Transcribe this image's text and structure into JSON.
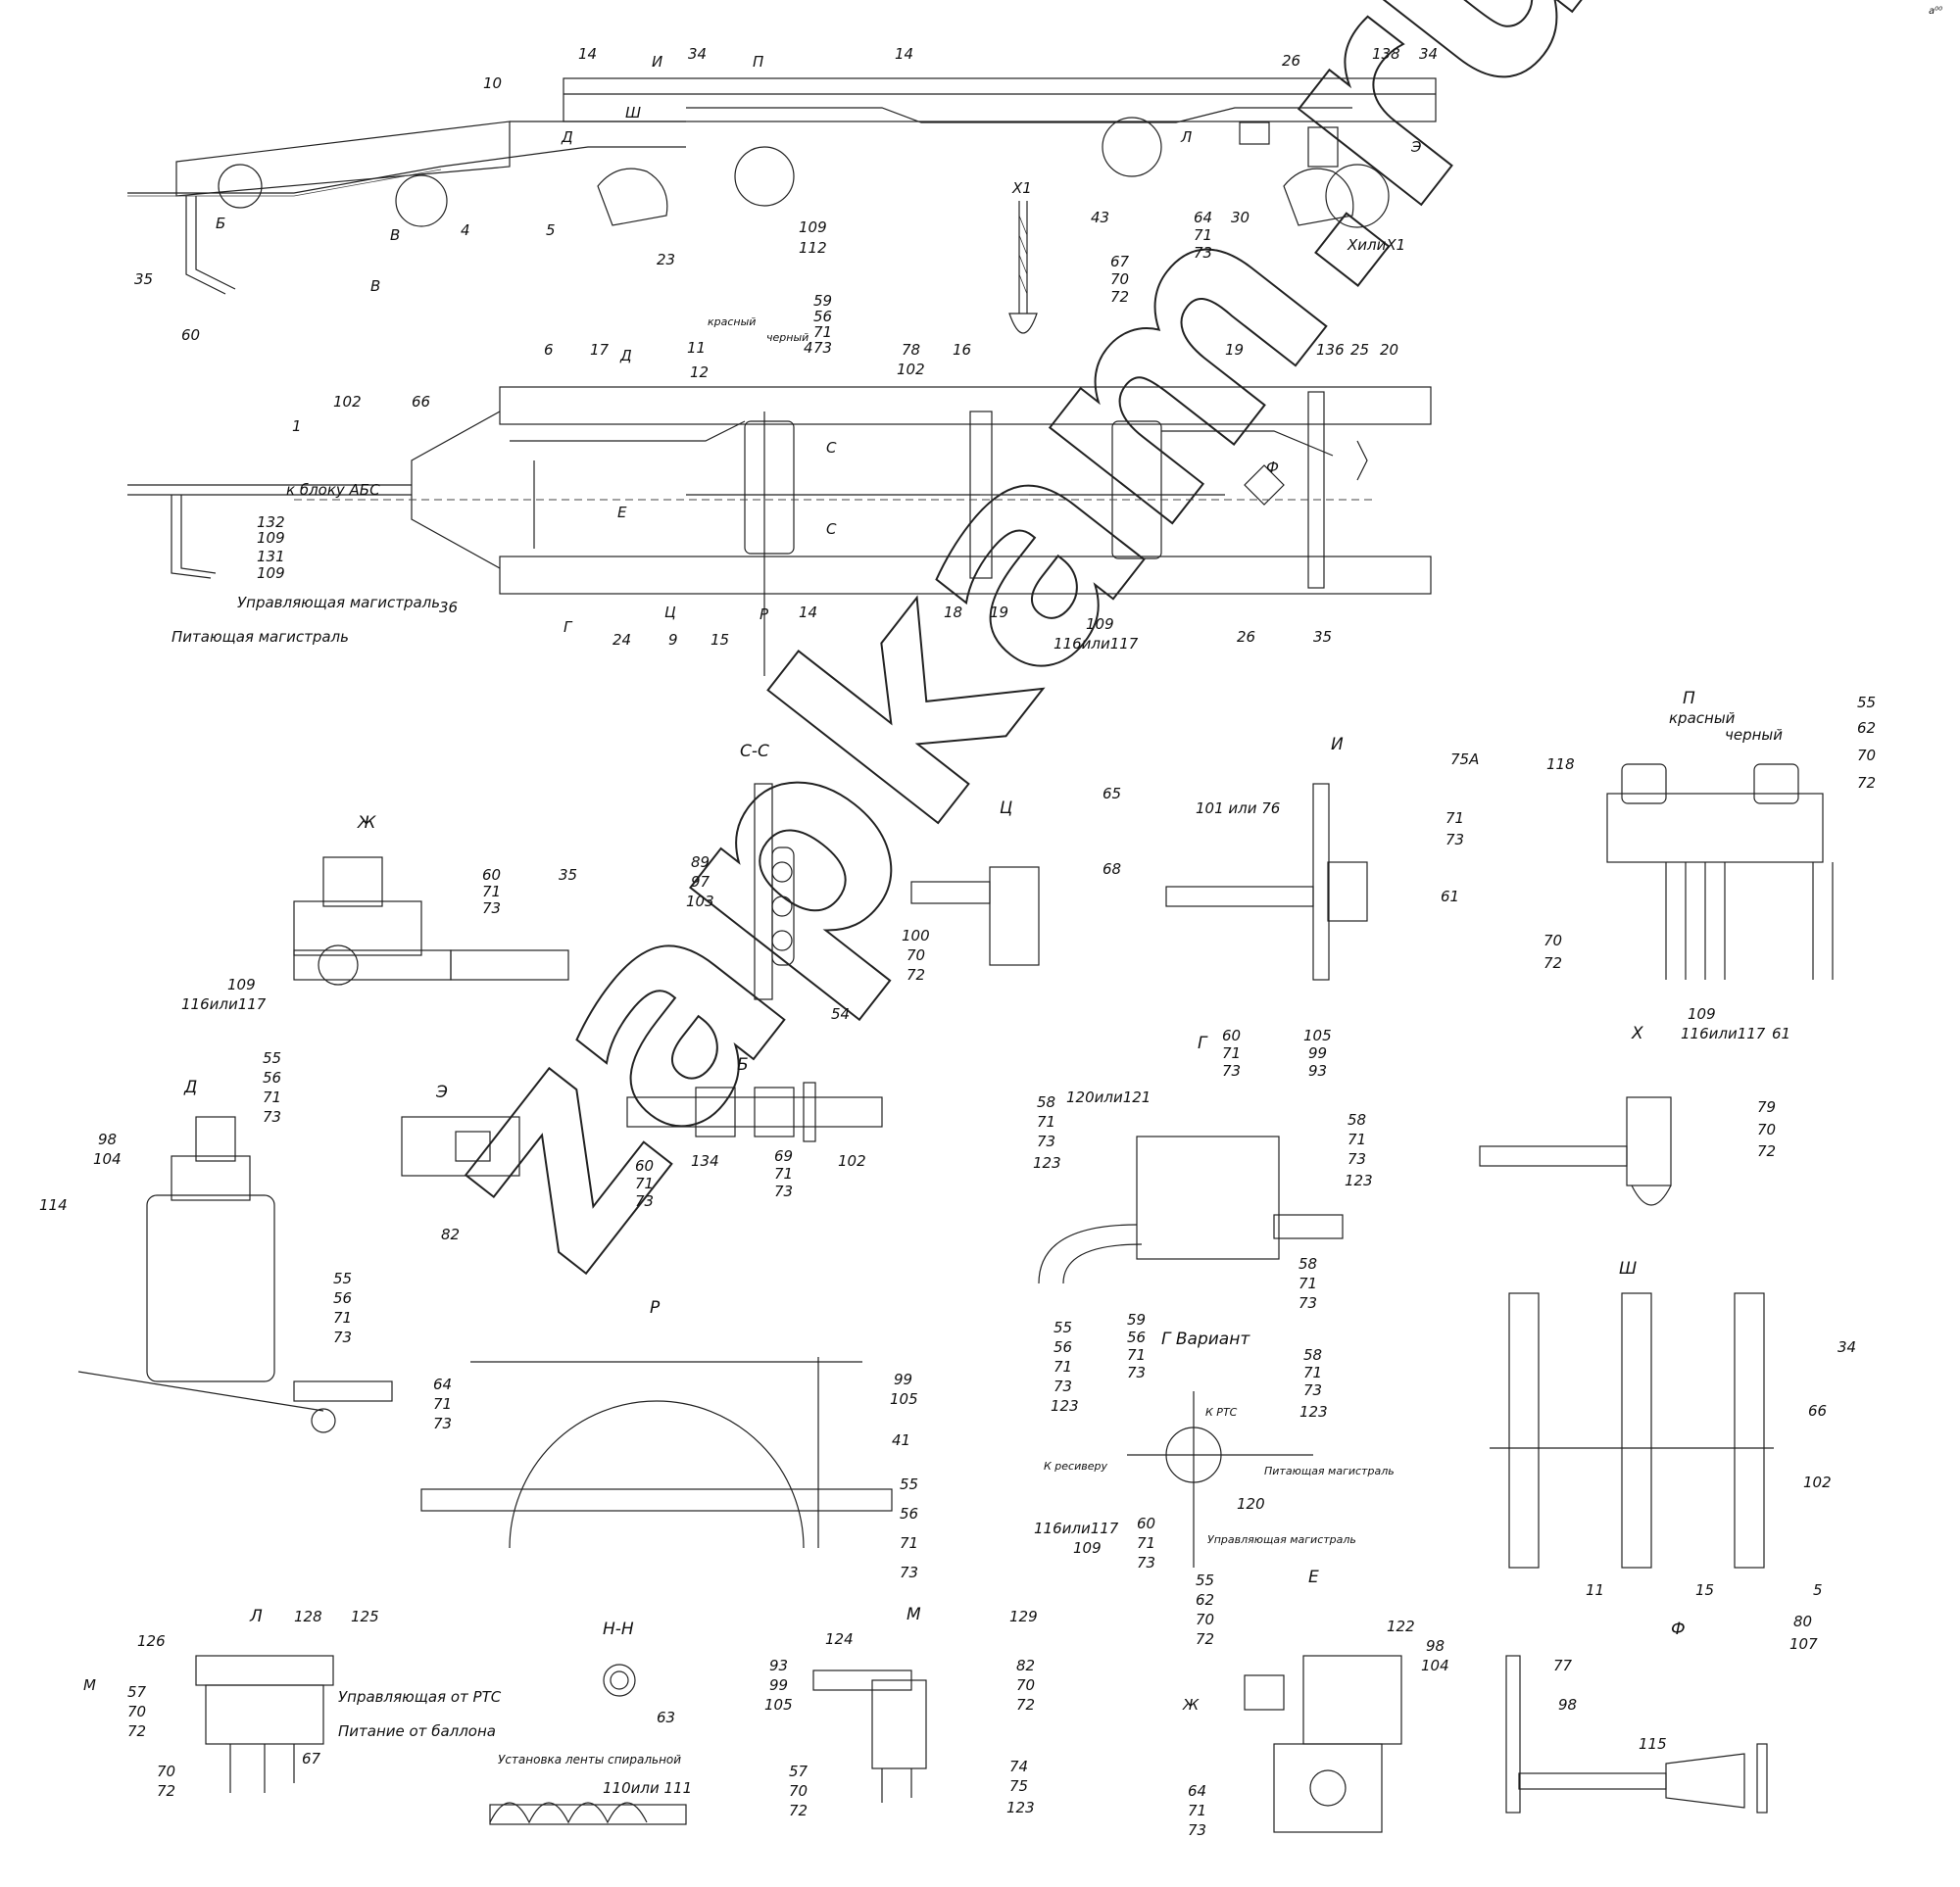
{
  "watermark": "zapkam.ru",
  "corner_mark": "a⁰⁰",
  "overview": {
    "view_letters": [
      "И",
      "П",
      "Ш",
      "Д",
      "Л",
      "Э",
      "Б",
      "В",
      "X1"
    ],
    "side_numbers": [
      "10",
      "14",
      "34",
      "14",
      "26",
      "138",
      "34",
      "4",
      "5",
      "23",
      "109",
      "112",
      "43",
      "64",
      "71",
      "73",
      "30",
      "ХилиX1",
      "35",
      "60",
      "67",
      "70",
      "72"
    ],
    "plan_numbers": [
      "1",
      "6",
      "17",
      "11",
      "12",
      "4",
      "59",
      "56",
      "71",
      "73",
      "78",
      "102",
      "16",
      "19",
      "136",
      "25",
      "20",
      "132",
      "109",
      "131",
      "109",
      "36",
      "24",
      "9",
      "15",
      "14",
      "18",
      "19",
      "109",
      "116или117",
      "26",
      "35",
      "102",
      "66"
    ],
    "plan_letters": [
      "В",
      "Д",
      "Е",
      "Г",
      "Ц",
      "Р",
      "С",
      "С",
      "Ф"
    ],
    "wire_red": "красный",
    "wire_black": "черный",
    "abs": "к блоку АБС",
    "control_line": "Управляющая магистраль",
    "supply_line": "Питающая магистраль"
  },
  "views": {
    "zh": {
      "title": "Ж",
      "refs": [
        "60",
        "71",
        "73",
        "35",
        "109",
        "116или117"
      ]
    },
    "ss": {
      "title": "С-С",
      "refs": [
        "89",
        "97",
        "103",
        "54"
      ]
    },
    "ts": {
      "title": "Ц",
      "refs": [
        "65",
        "68",
        "100",
        "70",
        "72"
      ]
    },
    "i": {
      "title": "И",
      "refs": [
        "75А",
        "101 или 76",
        "71",
        "73",
        "61"
      ]
    },
    "p": {
      "title": "П",
      "refs": [
        "красный",
        "черный",
        "55",
        "62",
        "70",
        "72",
        "118",
        "70",
        "72"
      ]
    },
    "d": {
      "title": "Д",
      "refs": [
        "55",
        "56",
        "71",
        "73",
        "98",
        "104",
        "114",
        "55",
        "56",
        "71",
        "73"
      ]
    },
    "e": {
      "title": "Э",
      "refs": [
        "82"
      ]
    },
    "b": {
      "title": "Б",
      "refs": [
        "60",
        "71",
        "73",
        "134",
        "69",
        "71",
        "73",
        "102"
      ]
    },
    "g": {
      "title": "Г",
      "refs": [
        "60",
        "71",
        "73",
        "105",
        "99",
        "93",
        "120или121",
        "58",
        "71",
        "73",
        "123",
        "58",
        "71",
        "73",
        "123",
        "58",
        "71",
        "73"
      ]
    },
    "h": {
      "title": "Х",
      "refs": [
        "109",
        "116или117",
        "61",
        "79",
        "70",
        "72"
      ]
    },
    "r": {
      "title": "Р",
      "refs": [
        "64",
        "71",
        "73",
        "99",
        "105",
        "41",
        "55",
        "56",
        "71",
        "73"
      ]
    },
    "gv": {
      "title": "Г Вариант",
      "refs": [
        "59",
        "56",
        "71",
        "73",
        "55",
        "56",
        "71",
        "73",
        "123",
        "58",
        "71",
        "73",
        "123",
        "К РТС",
        "К ресиверу",
        "Питающая магистраль",
        "116или117",
        "109",
        "60",
        "71",
        "73",
        "120",
        "Управляющая магистраль"
      ]
    },
    "sh": {
      "title": "Ш",
      "refs": [
        "34",
        "66",
        "102",
        "11",
        "15",
        "5"
      ]
    },
    "l": {
      "title": "Л",
      "refs": [
        "126",
        "128",
        "125",
        "М",
        "57",
        "70",
        "72",
        "70",
        "72",
        "67"
      ],
      "ctrl": "Управляющая от РТС",
      "supply": "Питание от баллона"
    },
    "nn": {
      "title": "Н-Н",
      "refs": [
        "63",
        "110или 111"
      ],
      "caption": "Установка ленты спиральной"
    },
    "m": {
      "title": "М",
      "refs": [
        "124",
        "129",
        "93",
        "99",
        "105",
        "82",
        "70",
        "72",
        "57",
        "70",
        "72",
        "74",
        "75",
        "123"
      ]
    },
    "ee": {
      "title": "Е",
      "refs": [
        "55",
        "62",
        "70",
        "72",
        "122",
        "98",
        "104",
        "Ж",
        "64",
        "71",
        "73"
      ]
    },
    "f": {
      "title": "Ф",
      "refs": [
        "80",
        "107",
        "77",
        "98",
        "115"
      ]
    }
  }
}
